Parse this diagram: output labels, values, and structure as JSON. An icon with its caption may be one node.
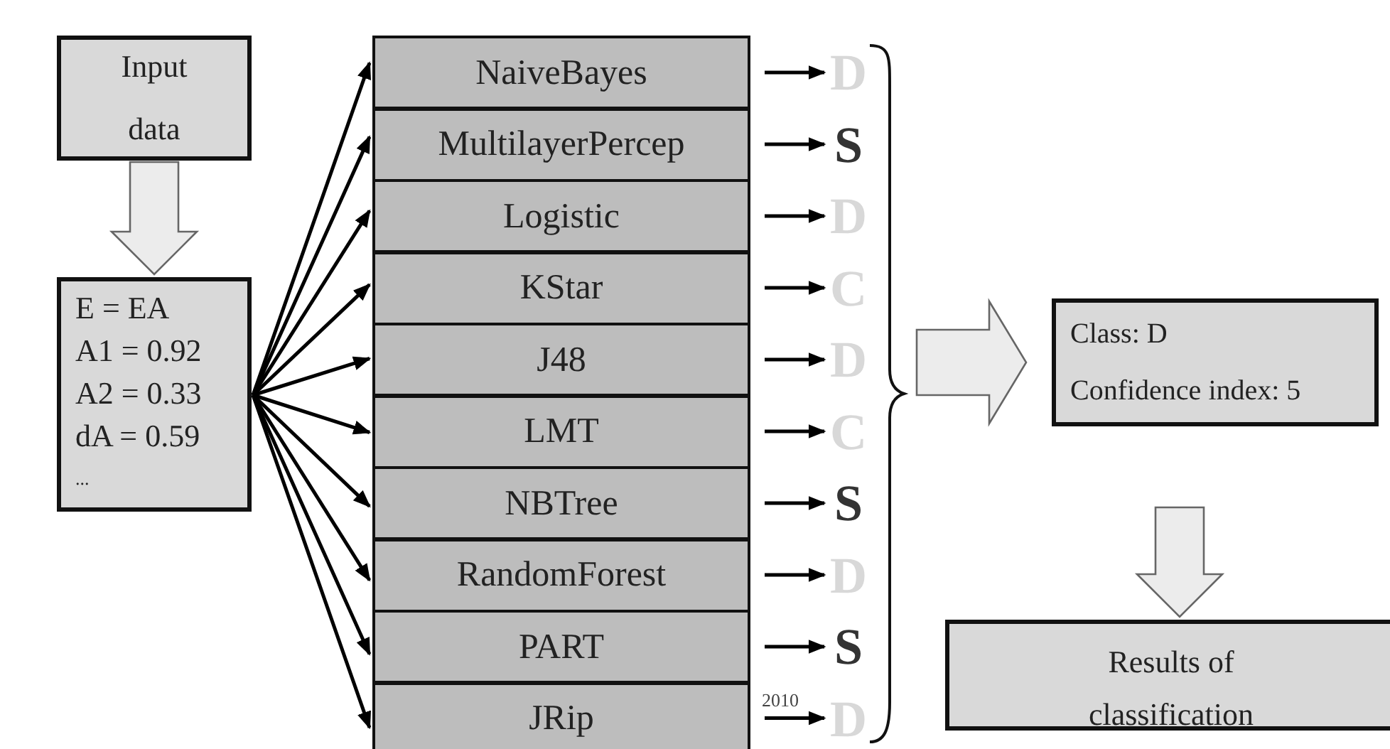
{
  "diagram": {
    "nodes": [
      {
        "text": [
          "Input",
          "data"
        ]
      },
      {
        "text": [
          "E  = EA",
          "A1 = 0.92",
          "A2 = 0.33",
          "dA = 0.59",
          "..."
        ]
      },
      {
        "text": [
          "NaiveBayes"
        ]
      },
      {
        "text": [
          "MultilayerPercep"
        ]
      },
      {
        "text": [
          "Logistic"
        ]
      },
      {
        "text": [
          "KStar"
        ]
      },
      {
        "text": [
          "J48"
        ]
      },
      {
        "text": [
          "LMT"
        ]
      },
      {
        "text": [
          "NBTree"
        ]
      },
      {
        "text": [
          "RandomForest"
        ]
      },
      {
        "text": [
          "PART"
        ]
      },
      {
        "text": [
          "JRip"
        ]
      },
      {
        "text": [
          "D"
        ]
      },
      {
        "text": [
          "S"
        ]
      },
      {
        "text": [
          "D"
        ]
      },
      {
        "text": [
          "C"
        ]
      },
      {
        "text": [
          "D"
        ]
      },
      {
        "text": [
          "C"
        ]
      },
      {
        "text": [
          "S"
        ]
      },
      {
        "text": [
          "D"
        ]
      },
      {
        "text": [
          "S"
        ]
      },
      {
        "text": [
          "D"
        ]
      },
      {
        "text": [],
        "shape": "brace"
      },
      {
        "text": [
          "Class: D",
          "Confidence index: 5"
        ]
      },
      {
        "text": [
          "Results of classification"
        ]
      }
    ],
    "edges": [
      {
        "from": 0,
        "to": 1,
        "arrow": "to",
        "style": "thick"
      },
      {
        "from": 1,
        "to": 2,
        "arrow": "to"
      },
      {
        "from": 1,
        "to": 3,
        "arrow": "to"
      },
      {
        "from": 1,
        "to": 4,
        "arrow": "to"
      },
      {
        "from": 1,
        "to": 5,
        "arrow": "to"
      },
      {
        "from": 1,
        "to": 6,
        "arrow": "to"
      },
      {
        "from": 1,
        "to": 7,
        "arrow": "to"
      },
      {
        "from": 1,
        "to": 8,
        "arrow": "to"
      },
      {
        "from": 1,
        "to": 9,
        "arrow": "to"
      },
      {
        "from": 1,
        "to": 10,
        "arrow": "to"
      },
      {
        "from": 1,
        "to": 11,
        "arrow": "to"
      },
      {
        "from": 2,
        "to": 12,
        "arrow": "to"
      },
      {
        "from": 3,
        "to": 13,
        "arrow": "to"
      },
      {
        "from": 4,
        "to": 14,
        "arrow": "to"
      },
      {
        "from": 5,
        "to": 15,
        "arrow": "to"
      },
      {
        "from": 6,
        "to": 16,
        "arrow": "to"
      },
      {
        "from": 7,
        "to": 17,
        "arrow": "to"
      },
      {
        "from": 8,
        "to": 18,
        "arrow": "to"
      },
      {
        "from": 9,
        "to": 19,
        "arrow": "to"
      },
      {
        "from": 10,
        "to": 20,
        "arrow": "to"
      },
      {
        "from": 11,
        "to": 21,
        "arrow": "to"
      },
      {
        "from": 22,
        "to": 23,
        "arrow": "to",
        "style": "thick"
      },
      {
        "from": 23,
        "to": 24,
        "arrow": "to",
        "style": "thick"
      }
    ],
    "labels": [
      "2010"
    ]
  }
}
